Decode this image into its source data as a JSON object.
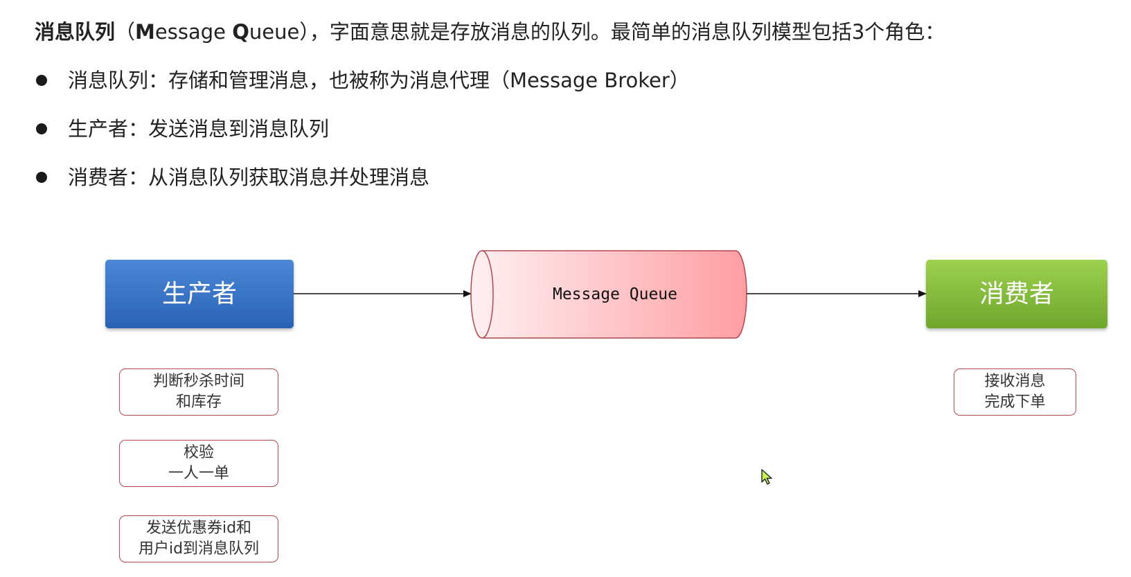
{
  "intro": {
    "bold_lead": "消息队列",
    "paren_open": "（",
    "bold_m": "M",
    "essage": "essage ",
    "bold_q": "Q",
    "ueue": "ueue",
    "rest": "），字面意思就是存放消息的队列。最简单的消息队列模型包括3个角色："
  },
  "bullets": [
    "消息队列：存储和管理消息，也被称为消息代理（Message Broker）",
    "生产者：发送消息到消息队列",
    "消费者：从消息队列获取消息并处理消息"
  ],
  "diagram": {
    "producer_label": "生产者",
    "queue_label": "Message Queue",
    "consumer_label": "消费者",
    "producer_notes": [
      [
        "判断秒杀时间",
        "和库存"
      ],
      [
        "校验",
        "一人一单"
      ],
      [
        "发送优惠券id和",
        "用户id到消息队列"
      ]
    ],
    "consumer_notes": [
      [
        "接收消息",
        "完成下单"
      ]
    ],
    "colors": {
      "producer_top": "#4a87d6",
      "producer_bottom": "#2a62b4",
      "consumer_top": "#9cd04e",
      "consumer_bottom": "#6fa62c",
      "queue_light": "#fff0f1",
      "queue_dark": "#ff9ea3",
      "queue_border": "#b5454f",
      "note_border": "#b5454f"
    },
    "icons": {
      "cursor": "mouse-pointer-icon"
    }
  }
}
